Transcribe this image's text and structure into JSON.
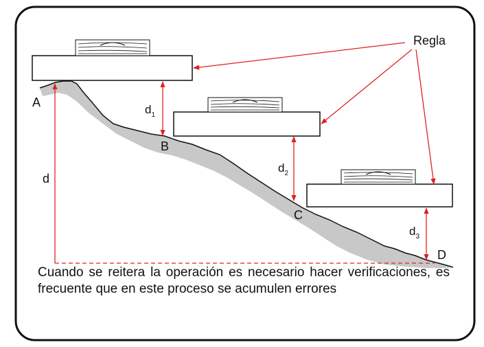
{
  "labels": {
    "regla": "Regla",
    "point_a": "A",
    "point_b": "B",
    "point_c": "C",
    "point_d": "D",
    "d_total": "d",
    "d1_base": "d",
    "d1_sub": "1",
    "d2_base": "d",
    "d2_sub": "2",
    "d3_base": "d",
    "d3_sub": "3"
  },
  "caption": "Cuando se reitera la operación es necesario hacer verificaciones, es frecuente que en este proceso se acumulen errores",
  "colors": {
    "arrow": "#e02020",
    "terrain": "#c8c8c8",
    "outline": "#111111"
  }
}
